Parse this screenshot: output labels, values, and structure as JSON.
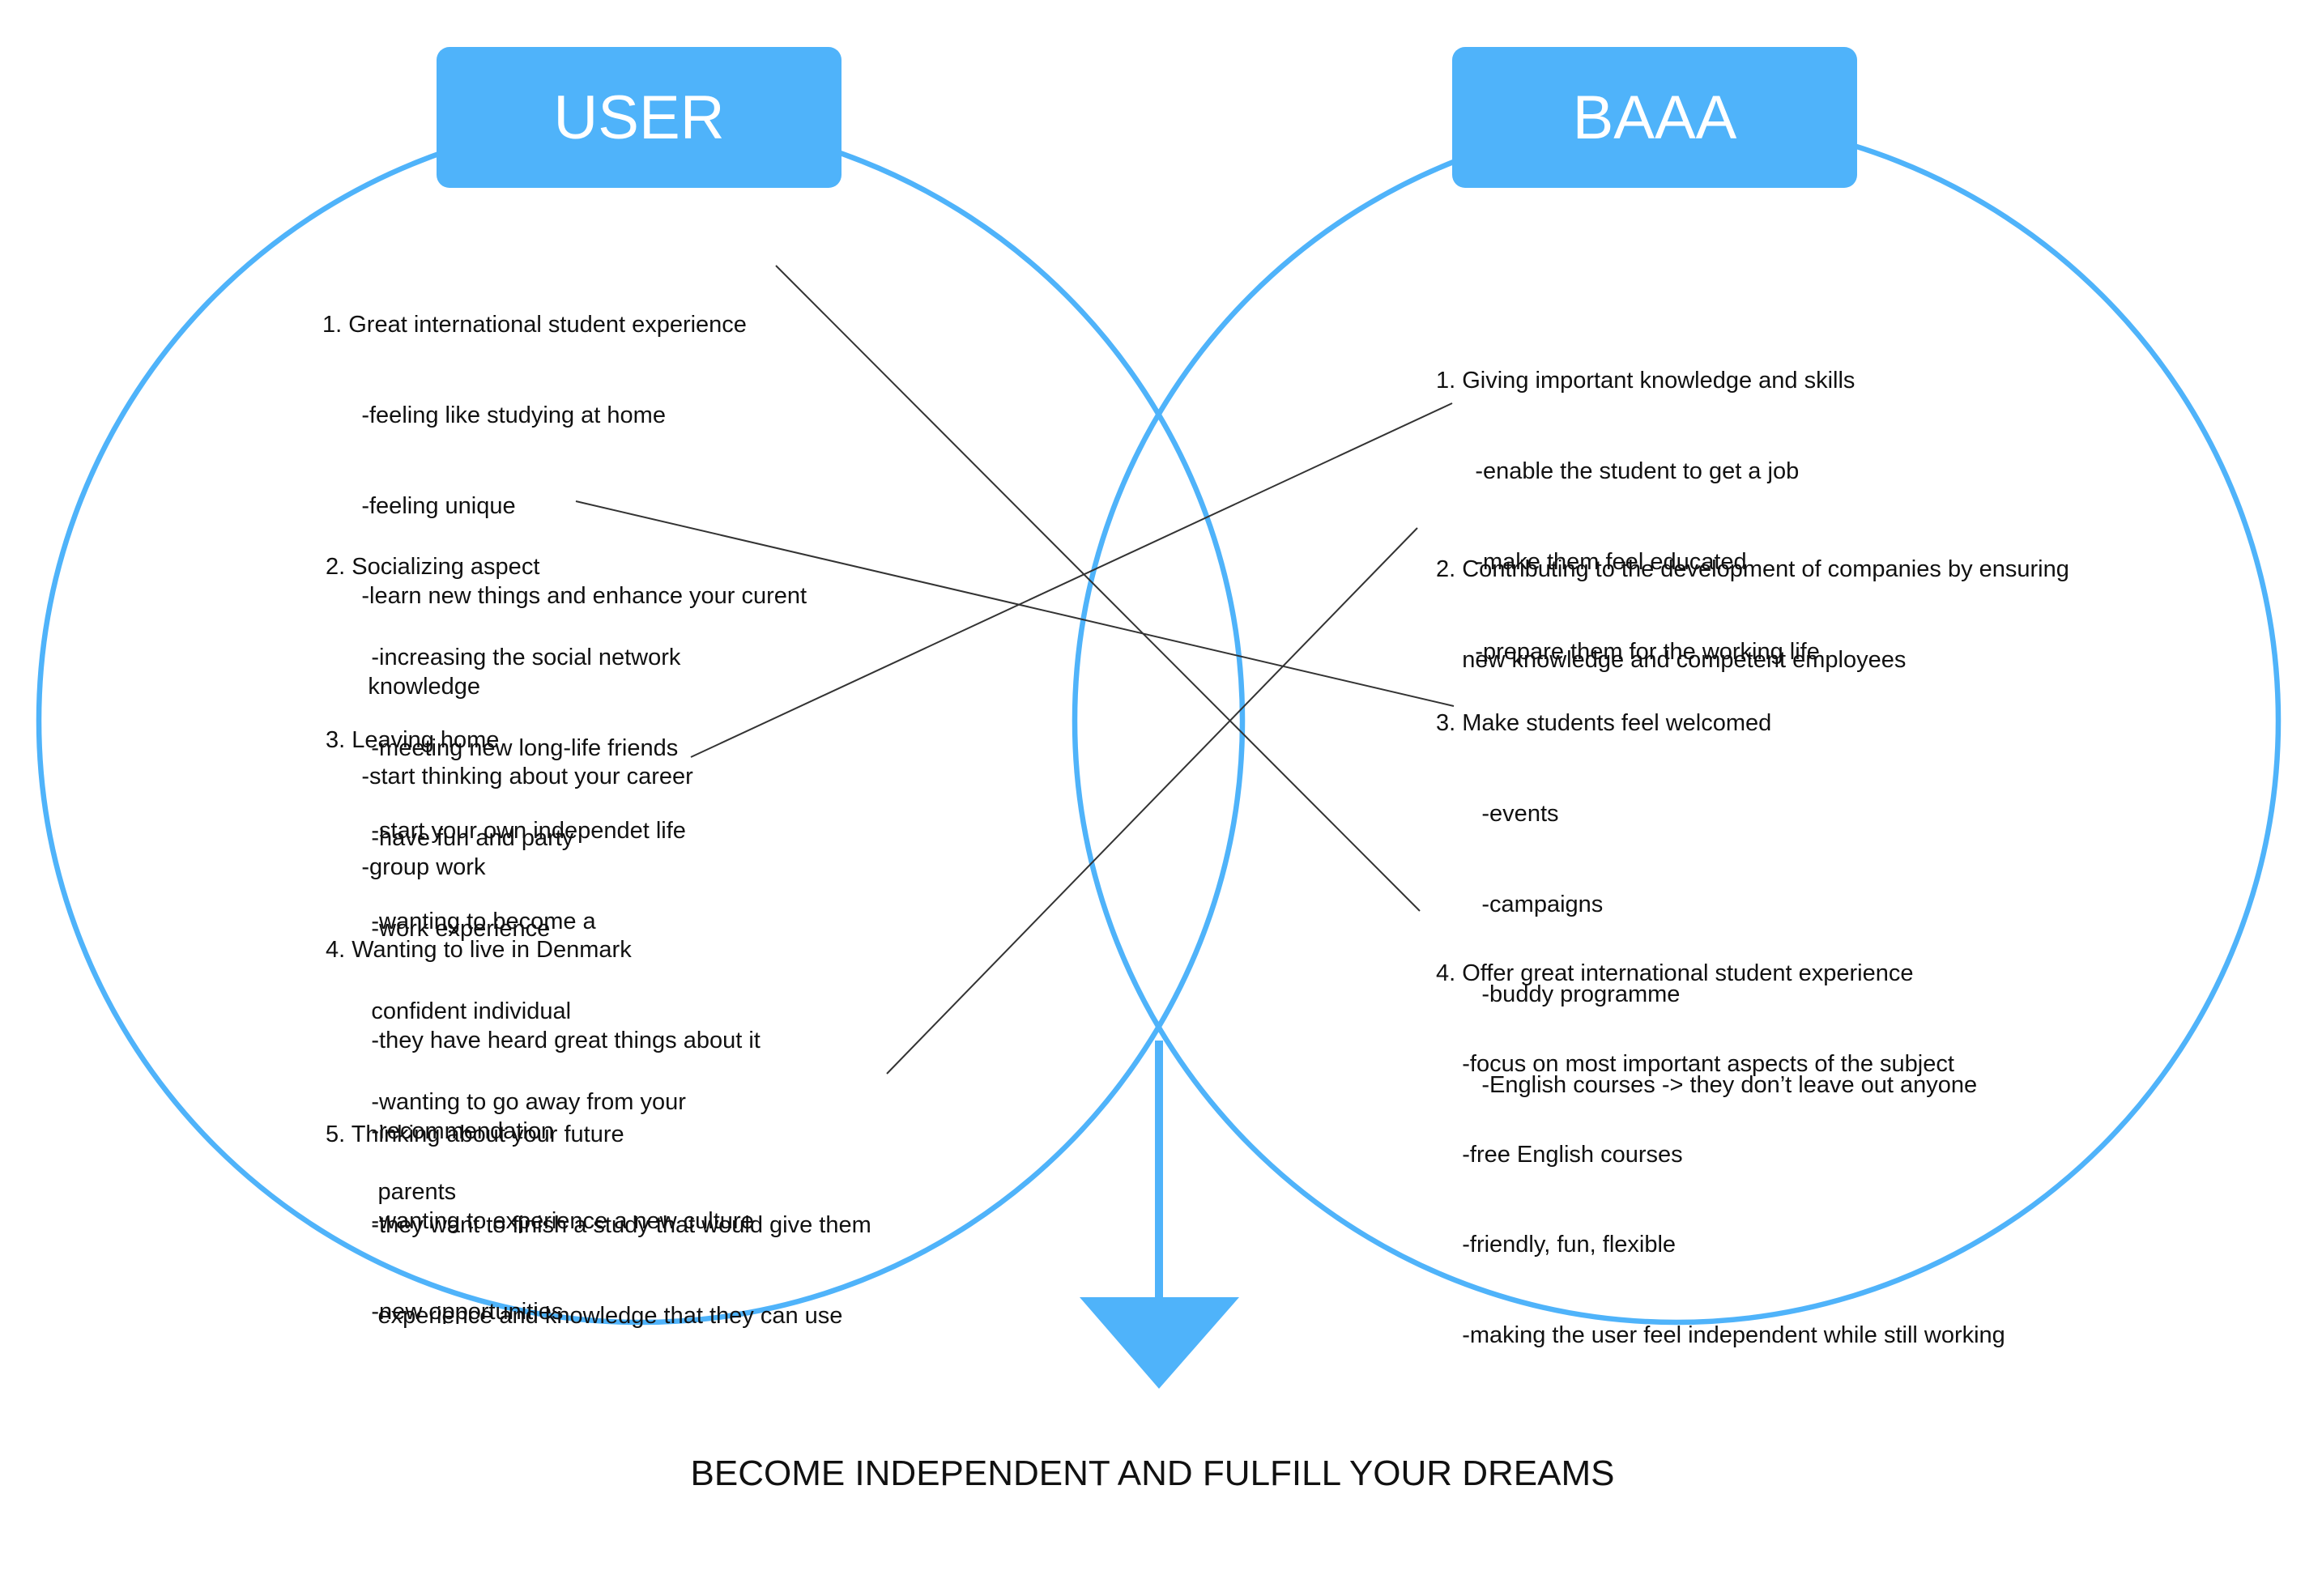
{
  "colors": {
    "accent": "#4fb3fa",
    "header_text": "#ffffff",
    "body_text": "#111111",
    "connector": "#333333"
  },
  "user": {
    "title": "USER",
    "sections": [
      {
        "heading": "1. Great international student experience",
        "lines": [
          "      -feeling like studying at home",
          "      -feeling unique",
          "      -learn new things and enhance your curent",
          "       knowledge",
          "      -start thinking about your career",
          "      -group work"
        ]
      },
      {
        "heading": "2. Socializing aspect",
        "lines": [
          "       -increasing the social network",
          "       -meeting new long-life friends",
          "       -have fun and party",
          "       -work experience"
        ]
      },
      {
        "heading": "3. Leaving home",
        "lines": [
          "       -start your own independet life",
          "       -wanting to become a",
          "       confident individual",
          "       -wanting to go away from your",
          "        parents"
        ]
      },
      {
        "heading": "4. Wanting to live in Denmark",
        "lines": [
          "       -they have heard great things about it",
          "       -recommendation",
          "       -wanting to experience a new culture",
          "       -new opportunities"
        ]
      },
      {
        "heading": "5. Thinking about your future",
        "lines": [
          "       -they want to finish a study that would give them",
          "        experience and knowledge that they can use"
        ]
      }
    ]
  },
  "baaa": {
    "title": "BAAA",
    "sections": [
      {
        "heading": "1. Giving important knowledge and skills",
        "lines": [
          "      -enable the student to get a job",
          "      -make them feel educated",
          "      -prepare them for the working life"
        ]
      },
      {
        "heading": "2. Contributing to the development of companies by ensuring",
        "lines": [
          "    new knowledge and competent employees"
        ]
      },
      {
        "heading": "3. Make students feel welcomed",
        "lines": [
          "       -events",
          "       -campaigns",
          "       -buddy programme",
          "       -English courses -> they don’t leave out anyone"
        ]
      },
      {
        "heading": "4. Offer great international student experience",
        "lines": [
          "    -focus on most important aspects of the subject",
          "    -free English courses",
          "    -friendly, fun, flexible",
          "    -making the user feel independent while still working"
        ]
      }
    ]
  },
  "conclusion": "BECOME INDEPENDENT AND FULFILL YOUR DREAMS"
}
